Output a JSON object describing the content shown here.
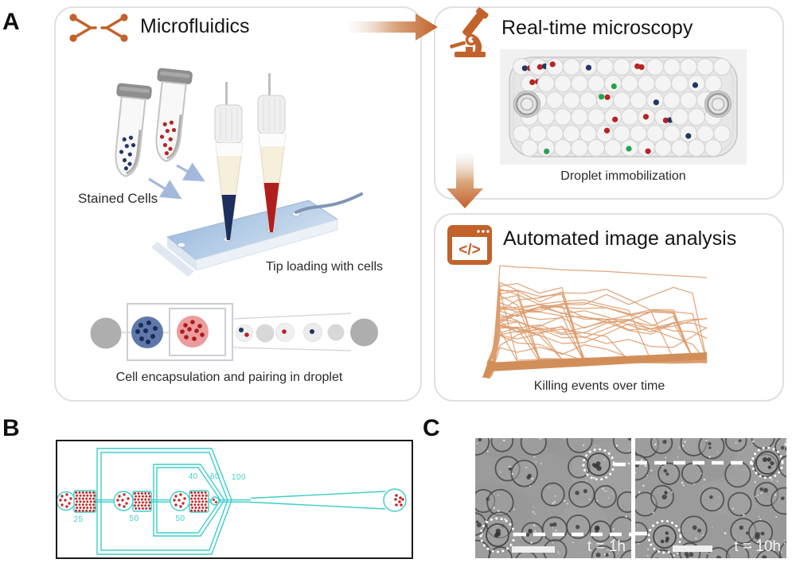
{
  "panel_labels": {
    "a": "A",
    "b": "B",
    "c": "C"
  },
  "workflow": {
    "microfluidics": {
      "title": "Microfluidics",
      "stained_cells_caption": "Stained Cells",
      "tip_loading_caption": "Tip loading with cells",
      "encapsulation_caption": "Cell encapsulation and pairing in droplet"
    },
    "microscopy": {
      "title": "Real-time microscopy",
      "caption": "Droplet immobilization"
    },
    "analysis": {
      "title": "Automated image analysis",
      "caption": "Killing events over time",
      "icon_glyph": "</>"
    }
  },
  "chip_schematic": {
    "channel_width_labels": {
      "inlet1": "25",
      "inlet2": "50",
      "inlet3": "50",
      "junction_inner": "40",
      "junction_mid": "60",
      "junction_outer": "100"
    }
  },
  "micrographs": {
    "timepoint_left": "t = 1h",
    "timepoint_right": "t = 10h"
  },
  "colors": {
    "accent_orange": "#C2622B",
    "trace_orange": "#DD9C6E",
    "trace_band": "#D28E58",
    "arrow_blue": "#A4B8DC",
    "schematic_cyan": "#3CCEC9",
    "cell_red": "#B92323",
    "cell_navy": "#1F3864",
    "cell_green": "#27A24C"
  }
}
